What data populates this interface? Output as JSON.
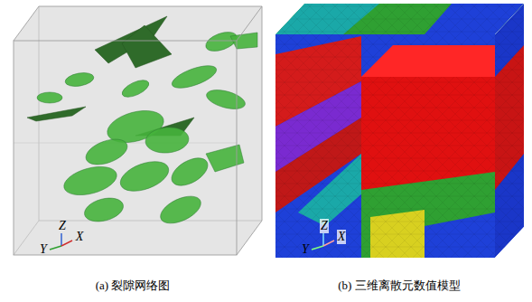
{
  "diagram": {
    "labels": [
      "Z",
      "Y",
      "X",
      "(a) 裂隙网络图",
      "Z",
      "Y",
      "X",
      "(b) 三维离散元数值模型"
    ]
  }
}
